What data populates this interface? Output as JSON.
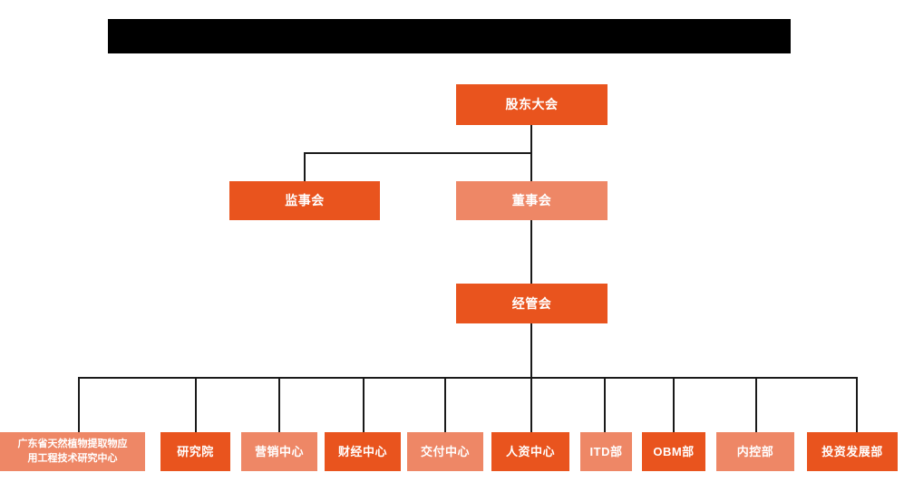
{
  "diagram": {
    "title_bar": {
      "name": "redacted-title-bar",
      "text": ""
    },
    "type": "organization-chart",
    "colors": {
      "primary": "#E9541E",
      "secondary": "#EE8766",
      "connector": "#1a1a1a",
      "background": "#FFFFFF",
      "text": "#FFFFFF",
      "redaction": "#000000"
    },
    "levels": [
      {
        "level": 1,
        "nodes": [
          {
            "id": "shareholders-meeting",
            "label": "股东大会",
            "style": "primary"
          }
        ]
      },
      {
        "level": 2,
        "nodes": [
          {
            "id": "board-of-supervisors",
            "label": "监事会",
            "style": "primary"
          },
          {
            "id": "board-of-directors",
            "label": "董事会",
            "style": "secondary"
          }
        ]
      },
      {
        "level": 3,
        "nodes": [
          {
            "id": "management-committee",
            "label": "经管会",
            "style": "primary"
          }
        ]
      },
      {
        "level": 4,
        "nodes": [
          {
            "id": "engineering-research-center",
            "label": "广东省天然植物提取物应用工程技术研究中心",
            "line1": "广东省天然植物提取物应",
            "line2": "用工程技术研究中心",
            "style": "secondary"
          },
          {
            "id": "research-institute",
            "label": "研究院",
            "style": "primary"
          },
          {
            "id": "marketing-center",
            "label": "营销中心",
            "style": "secondary"
          },
          {
            "id": "finance-center",
            "label": "财经中心",
            "style": "primary"
          },
          {
            "id": "delivery-center",
            "label": "交付中心",
            "style": "secondary"
          },
          {
            "id": "hr-center",
            "label": "人资中心",
            "style": "primary"
          },
          {
            "id": "itd-department",
            "label": "ITD部",
            "style": "secondary"
          },
          {
            "id": "obm-department",
            "label": "OBM部",
            "style": "primary"
          },
          {
            "id": "internal-control-department",
            "label": "内控部",
            "style": "secondary"
          },
          {
            "id": "investment-development-department",
            "label": "投资发展部",
            "style": "primary"
          }
        ]
      }
    ]
  }
}
